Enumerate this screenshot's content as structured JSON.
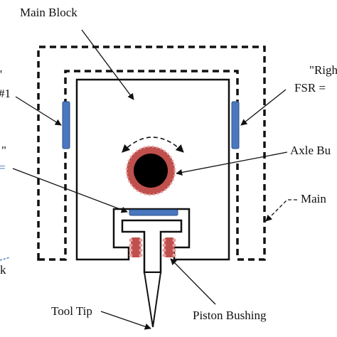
{
  "labels": {
    "main_block": "Main Block",
    "right_fsr_line1": "\"Righ",
    "right_fsr_line2": "FSR =",
    "left_fsr_line1": "'",
    "left_fsr_line2": "#1",
    "left_mid_quote": "\"",
    "left_mid_blue": "=",
    "left_arrow_glyph": "k",
    "axle_bushing": "Axle Bu",
    "main_housing": "Main",
    "tool_tip": "Tool Tip",
    "piston_bushing": "Piston Bushing"
  },
  "colors": {
    "outline": "#111111",
    "fsr_sensor": "#4a78c0",
    "bushing_ring": "#d9534f",
    "axle_core": "#000000",
    "blue_text": "#3a6fb5"
  }
}
